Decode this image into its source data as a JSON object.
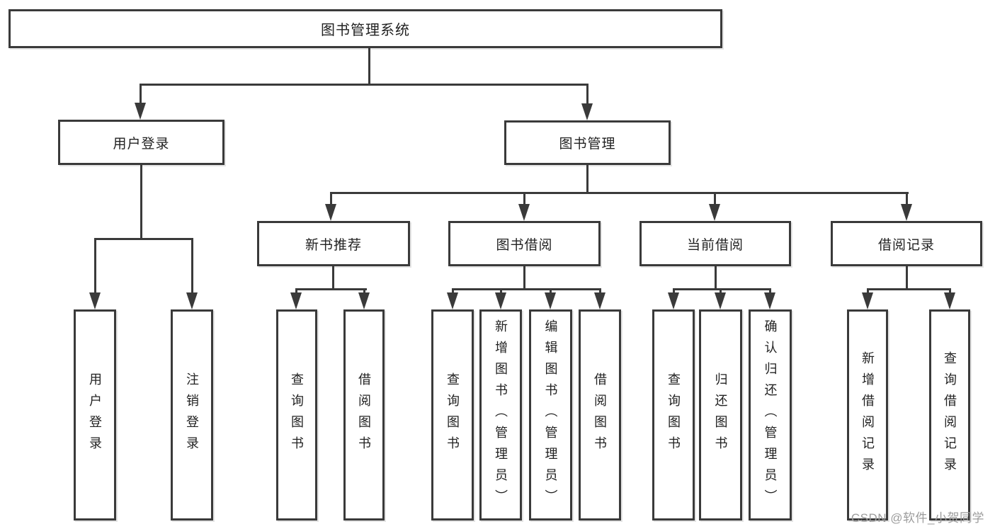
{
  "diagram_type": "hierarchy-tree",
  "colors": {
    "line": "#3a3a3a",
    "text": "#222222",
    "background": "#ffffff",
    "watermark_text_color": "#9c9c9c"
  },
  "tree": {
    "label": "图书管理系统",
    "children": [
      {
        "label": "用户登录",
        "children": [
          {
            "label": "用户登录"
          },
          {
            "label": "注销登录"
          }
        ]
      },
      {
        "label": "图书管理",
        "children": [
          {
            "label": "新书推荐",
            "children": [
              {
                "label": "查询图书"
              },
              {
                "label": "借阅图书"
              }
            ]
          },
          {
            "label": "图书借阅",
            "children": [
              {
                "label": "查询图书"
              },
              {
                "label": "新增图书（管理员）"
              },
              {
                "label": "编辑图书（管理员）"
              },
              {
                "label": "借阅图书"
              }
            ]
          },
          {
            "label": "当前借阅",
            "children": [
              {
                "label": "查询图书"
              },
              {
                "label": "归还图书"
              },
              {
                "label": "确认归还（管理员）"
              }
            ]
          },
          {
            "label": "借阅记录",
            "children": [
              {
                "label": "新增借阅记录"
              },
              {
                "label": "查询借阅记录"
              }
            ]
          }
        ]
      }
    ]
  },
  "watermark": "CSDN @软件_小贺同学"
}
